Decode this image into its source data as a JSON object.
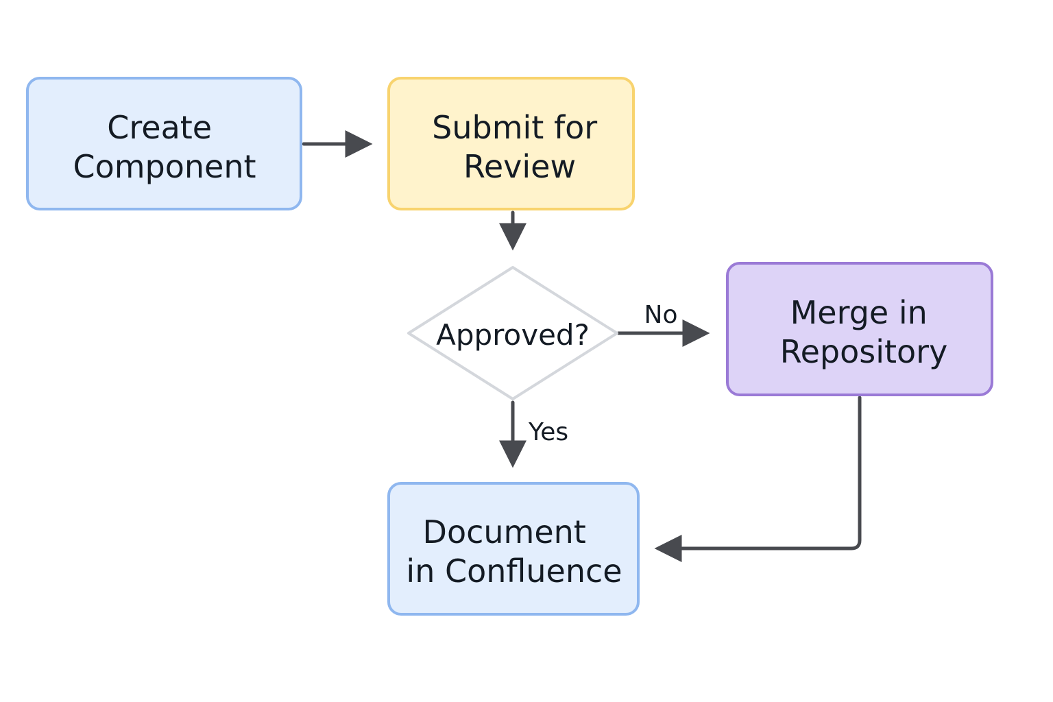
{
  "diagram": {
    "nodes": {
      "create_component": {
        "shape": "rect",
        "lines": [
          "Create",
          "Component"
        ],
        "fill": "#e3eefd",
        "stroke": "#8fb7ef"
      },
      "submit_for_review": {
        "shape": "rect",
        "lines": [
          "Submit for",
          "Review"
        ],
        "fill": "#fff3cc",
        "stroke": "#f8d36e"
      },
      "approved": {
        "shape": "diamond",
        "lines": [
          "Approved?"
        ],
        "fill": "#ffffff",
        "stroke": "#d4d7dc"
      },
      "merge_in_repository": {
        "shape": "rect",
        "lines": [
          "Merge in",
          "Repository"
        ],
        "fill": "#ddd3f7",
        "stroke": "#9a7ad6"
      },
      "document_in_confluence": {
        "shape": "rect",
        "lines": [
          "Document",
          "in Confluence"
        ],
        "fill": "#e3eefd",
        "stroke": "#8fb7ef"
      }
    },
    "edges": {
      "create_to_submit": {
        "from": "Create Component",
        "to": "Submit for Review",
        "label": ""
      },
      "submit_to_approved": {
        "from": "Submit for Review",
        "to": "Approved?",
        "label": ""
      },
      "approved_to_merge": {
        "from": "Approved?",
        "to": "Merge in Repository",
        "label": "No"
      },
      "approved_to_document": {
        "from": "Approved?",
        "to": "Document in Confluence",
        "label": "Yes"
      },
      "merge_to_document": {
        "from": "Merge in Repository",
        "to": "Document in Confluence",
        "label": ""
      }
    },
    "edge_color": "#484a4f",
    "background": "#ffffff"
  }
}
